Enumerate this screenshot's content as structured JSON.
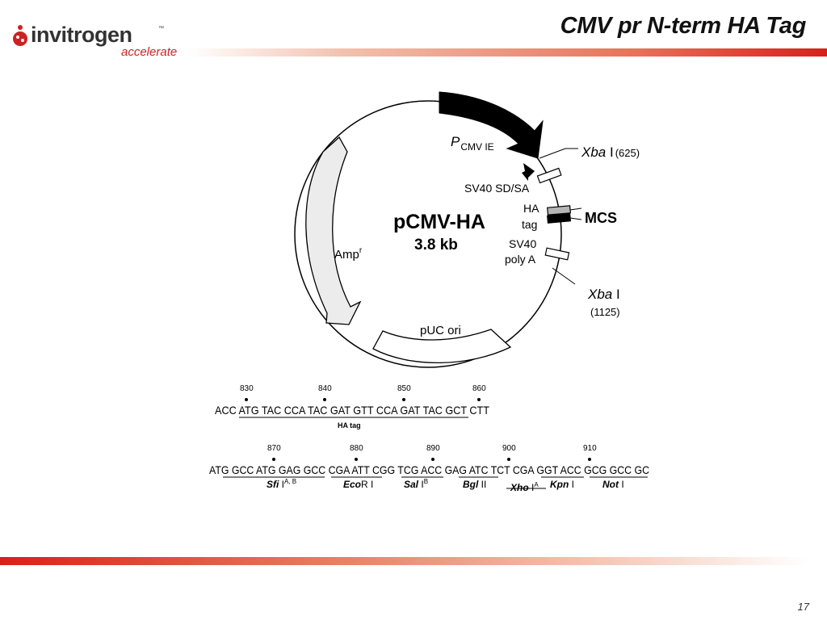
{
  "header": {
    "logo_text": "invitrogen",
    "logo_tm": "™",
    "logo_tagline": "accelerate",
    "title": "CMV pr N-term HA Tag"
  },
  "plasmid": {
    "name": "pCMV-HA",
    "size": "3.8 kb",
    "promoter_p": "P",
    "promoter_sub": "CMV IE",
    "sv40_sdsa": "SV40 SD/SA",
    "ha_line1": "HA",
    "ha_line2": "tag",
    "mcs": "MCS",
    "sv40_line1": "SV40",
    "sv40_line2": "poly A",
    "amp": "Amp",
    "amp_sup": "r",
    "puc": "pUC ori",
    "xba1_name": "Xba",
    "xba1_suffix": " I",
    "xba1_pos": "(625)",
    "xba2_name": "Xba",
    "xba2_suffix": " I",
    "xba2_pos": "(1125)"
  },
  "sequence": {
    "row1_ticks": [
      "830",
      "840",
      "850",
      "860"
    ],
    "row1_text": "ACC ATG TAC CCA TAC GAT GTT CCA GAT TAC GCT CTT",
    "row1_label": "HA tag",
    "row2_ticks": [
      "870",
      "880",
      "890",
      "900",
      "910"
    ],
    "row2_text": "ATG GCC ATG GAG GCC CGA ATT CGG TCG ACC GAG ATC TCT CGA GGT ACC GCG GCC GC",
    "enzymes": [
      {
        "name": "Sfi",
        "suffix": " I",
        "sup": "A, B"
      },
      {
        "name": "Eco",
        "suffix": "R I",
        "sup": ""
      },
      {
        "name": "Sal",
        "suffix": " I",
        "sup": "B"
      },
      {
        "name": "Bgl",
        "suffix": " II",
        "sup": ""
      },
      {
        "name": "Xho",
        "suffix": " I",
        "sup": "A"
      },
      {
        "name": "Kpn",
        "suffix": " I",
        "sup": ""
      },
      {
        "name": "Not",
        "suffix": " I",
        "sup": ""
      }
    ]
  },
  "footer": {
    "page_number": "17"
  },
  "colors": {
    "accent_red": "#d8201a",
    "amp_fill": "#ececec",
    "promoter_fill": "#000000"
  }
}
